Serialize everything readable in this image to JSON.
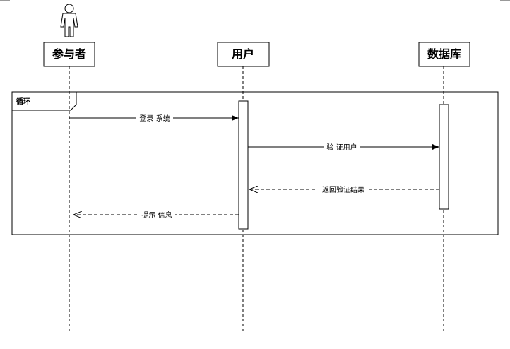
{
  "participants": {
    "actor": {
      "name": "参与者",
      "icon": "stick-figure-icon"
    },
    "user": {
      "name": "用户"
    },
    "database": {
      "name": "数据库"
    }
  },
  "loop": {
    "label": "循环"
  },
  "messages": [
    {
      "label": "登录 系统",
      "from": "actor",
      "to": "user",
      "style": "solid"
    },
    {
      "label": "验 证用户",
      "from": "user",
      "to": "database",
      "style": "solid"
    },
    {
      "label": "返回验证结果",
      "from": "database",
      "to": "user",
      "style": "dashed"
    },
    {
      "label": "提示 信息",
      "from": "user",
      "to": "actor",
      "style": "dashed"
    }
  ]
}
